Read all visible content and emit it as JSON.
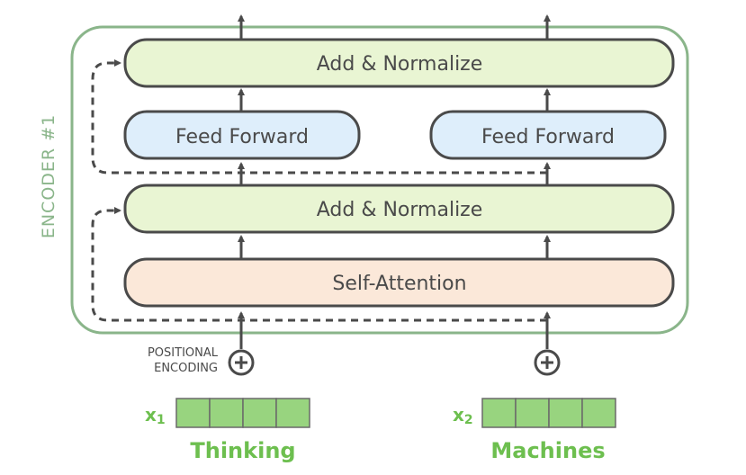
{
  "encoder": {
    "label": "ENCODER #1"
  },
  "blocks": {
    "add_norm_top": "Add & Normalize",
    "feed_forward_left": "Feed Forward",
    "feed_forward_right": "Feed Forward",
    "add_norm_bottom": "Add & Normalize",
    "self_attention": "Self-Attention"
  },
  "positional": {
    "line1": "POSITIONAL",
    "line2": "ENCODING"
  },
  "inputs": [
    {
      "var": "x",
      "sub": "1",
      "word": "Thinking"
    },
    {
      "var": "x",
      "sub": "2",
      "word": "Machines"
    }
  ],
  "colors": {
    "encoder_border": "#8ab58a",
    "add_norm_fill": "#e9f5d3",
    "feed_forward_fill": "#deeefb",
    "self_attention_fill": "#fbe8d9",
    "box_stroke": "#4a4a4a",
    "embedding_fill": "#98d47f",
    "word_color": "#6dbf4f"
  }
}
